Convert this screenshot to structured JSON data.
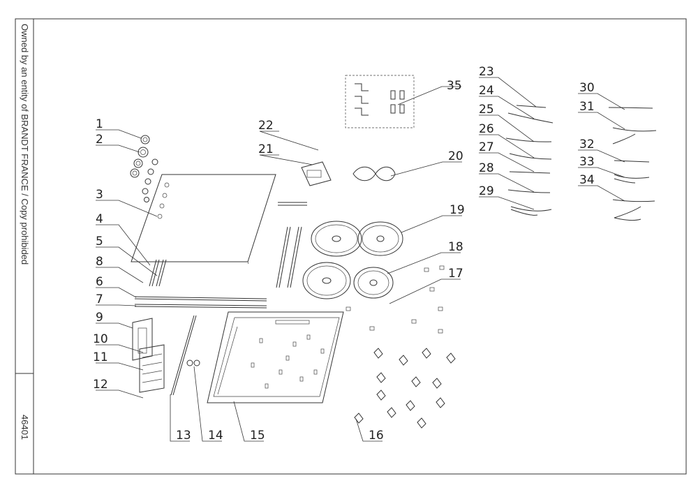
{
  "sidebar": {
    "ownership_notice": "Owned by an entity of BRANDT FRANCE / Copy prohibided",
    "document_number": "46401"
  },
  "callouts": [
    "1",
    "2",
    "3",
    "4",
    "5",
    "8",
    "6",
    "7",
    "9",
    "10",
    "11",
    "12",
    "13",
    "14",
    "15",
    "16",
    "17",
    "18",
    "19",
    "20",
    "21",
    "22",
    "23",
    "24",
    "25",
    "26",
    "27",
    "28",
    "29",
    "30",
    "31",
    "32",
    "33",
    "34",
    "35"
  ]
}
